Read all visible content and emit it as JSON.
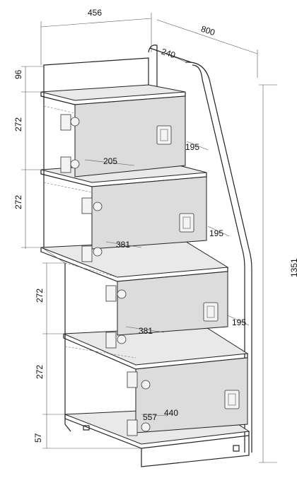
{
  "dimensions": {
    "total_width": "456",
    "total_depth": "800",
    "total_height": "1351",
    "top_step_depth": "240",
    "step_depth_1": "195",
    "step_depth_2": "195",
    "step_depth_3": "195",
    "inner_depth_1": "205",
    "inner_depth_2": "381",
    "inner_depth_3": "381",
    "base_depth": "440",
    "base_width": "557",
    "top_gap": "96",
    "compartment_1": "272",
    "compartment_2": "272",
    "compartment_3": "272",
    "compartment_4": "272",
    "plinth": "57"
  },
  "icons": {
    "hinge": "cabinet-hinge-icon",
    "handle": "recessed-handle-icon"
  }
}
